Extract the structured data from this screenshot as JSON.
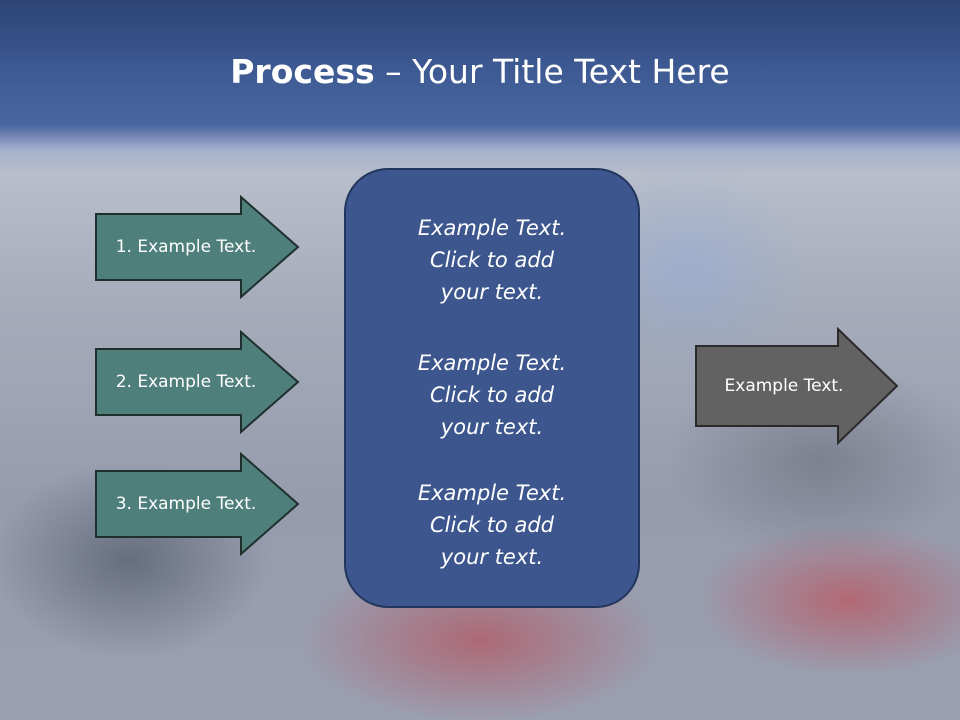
{
  "slide": {
    "title_bold": "Process",
    "title_rest": " – Your Title Text Here"
  },
  "left_arrows": [
    {
      "label": "1. Example Text."
    },
    {
      "label": "2. Example Text."
    },
    {
      "label": "3. Example Text."
    }
  ],
  "center_box": {
    "blocks": [
      {
        "line1": "Example Text.",
        "line2": "Click  to add",
        "line3": "your text."
      },
      {
        "line1": "Example Text.",
        "line2": "Click  to add",
        "line3": "your text."
      },
      {
        "line1": "Example Text.",
        "line2": "Click  to add",
        "line3": "your text."
      }
    ]
  },
  "right_arrow": {
    "label": "Example Text."
  },
  "colors": {
    "title_band": "#3e5a93",
    "teal_arrow": "#4f7f7b",
    "center_box": "#3d578e",
    "gray_arrow": "#626262"
  }
}
